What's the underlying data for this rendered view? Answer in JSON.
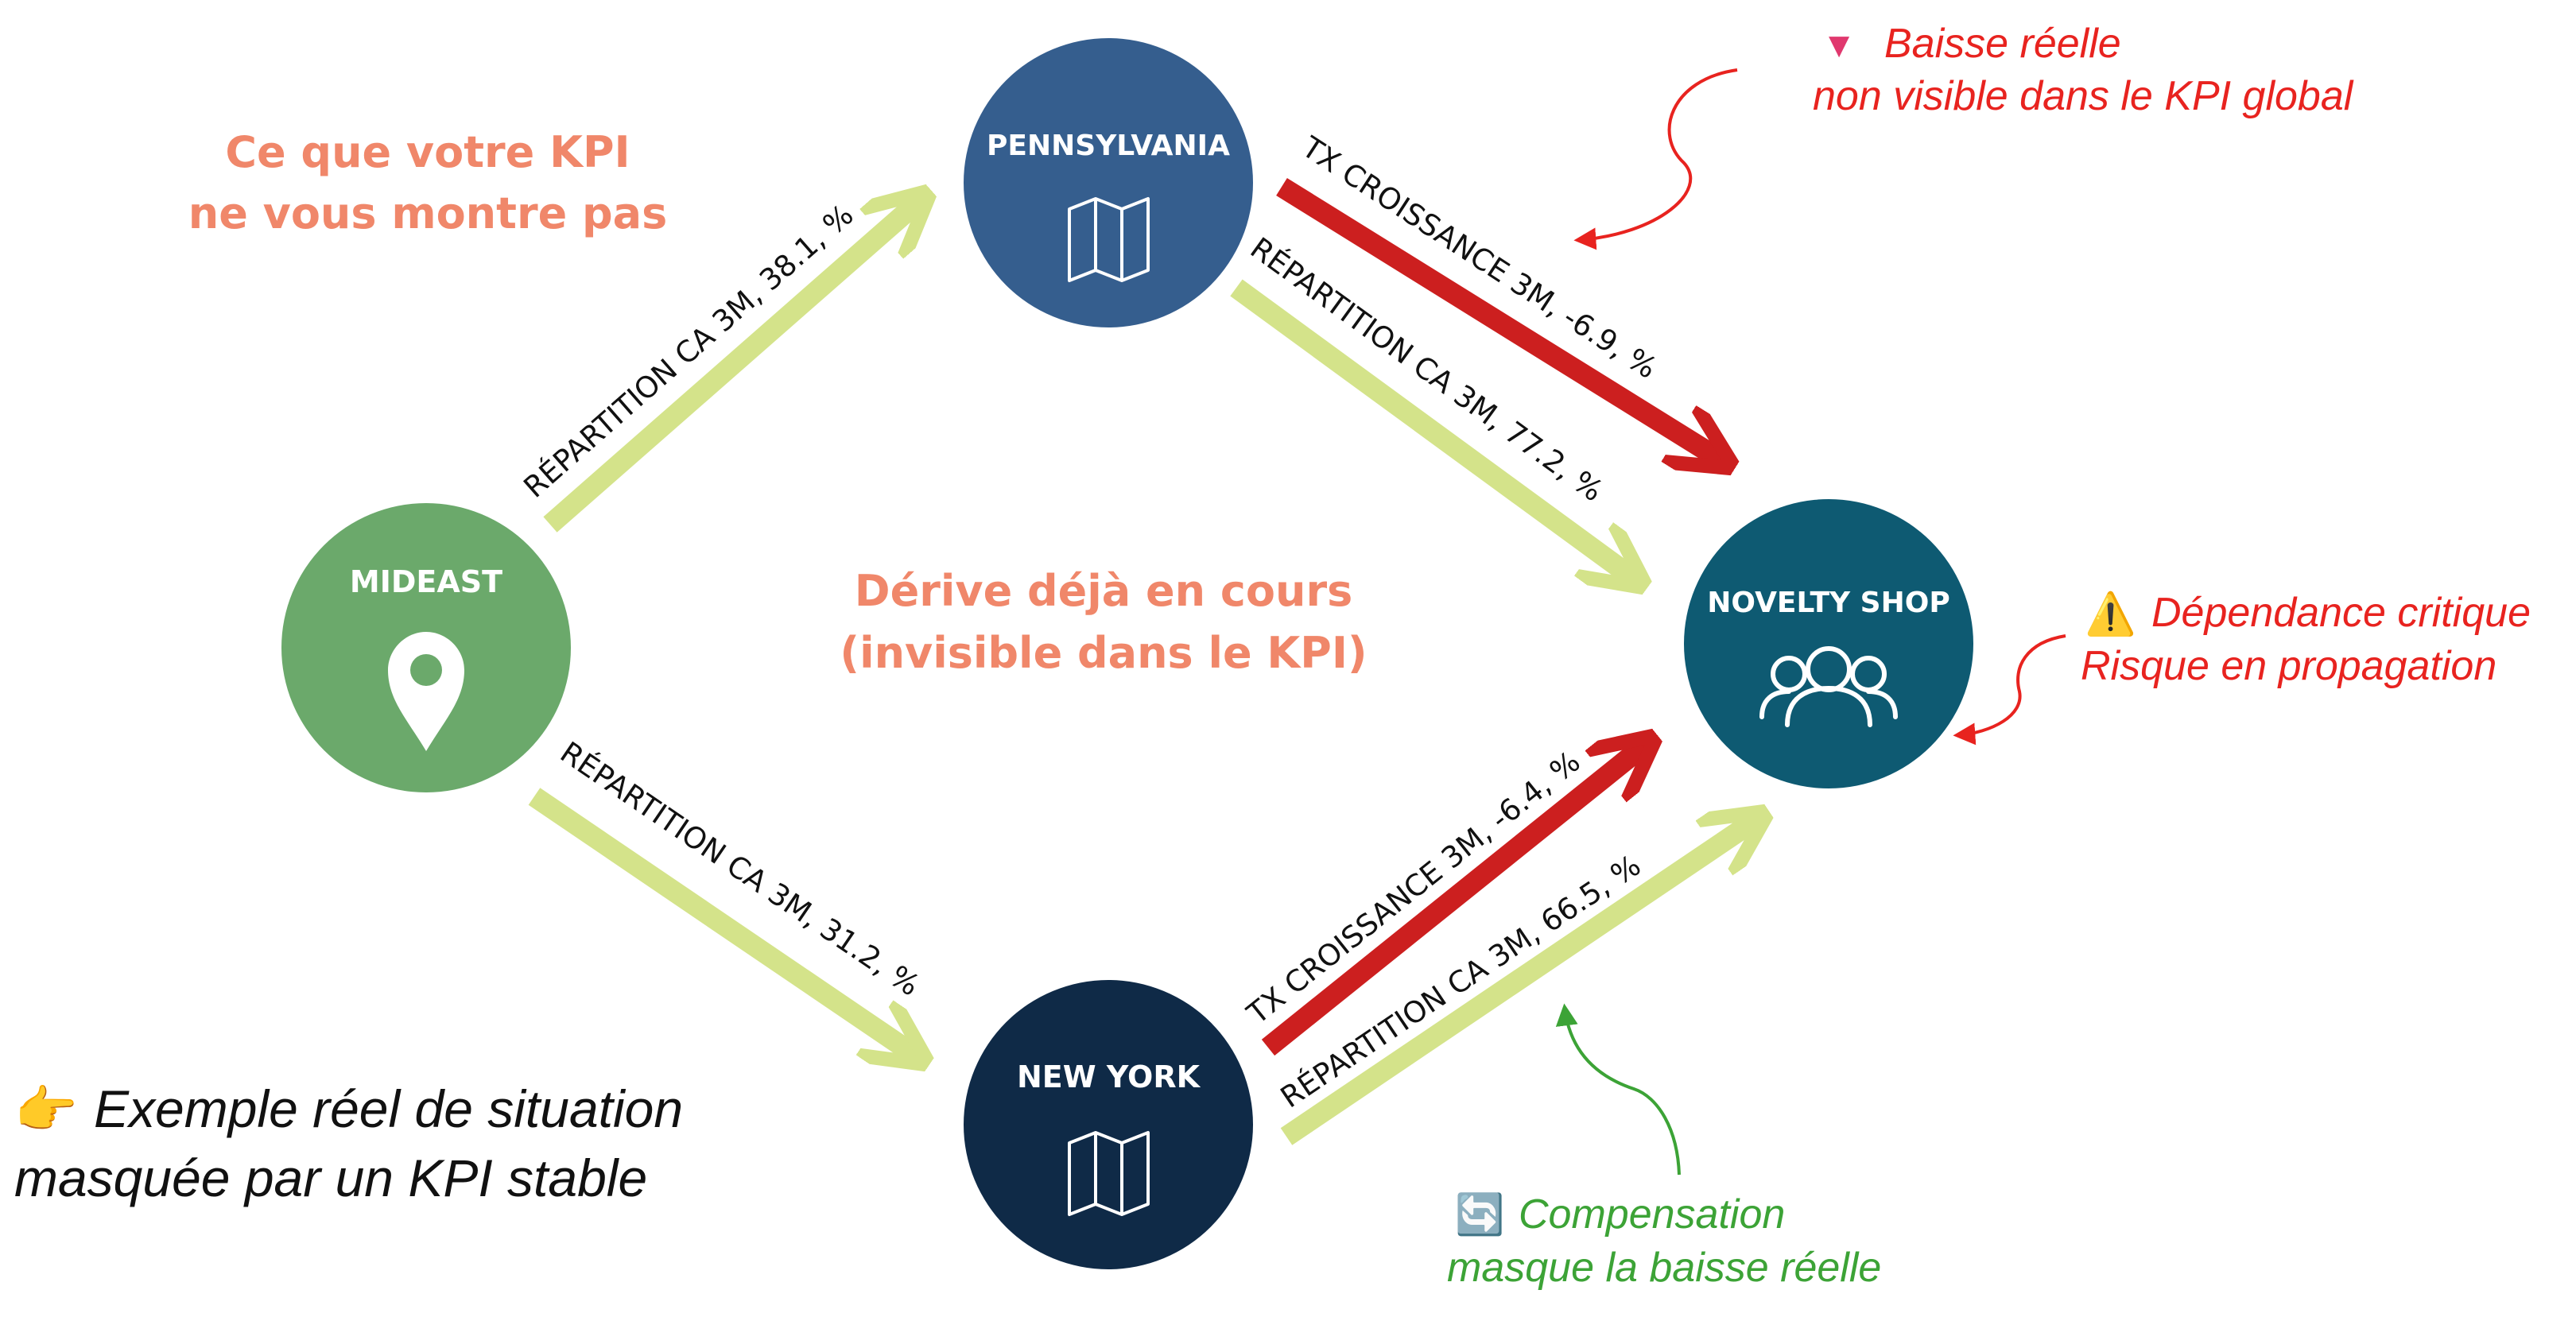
{
  "colors": {
    "green_arrow": "#D4E38A",
    "red_arrow": "#CC1F1F",
    "mideast": "#6BA96B",
    "pennsylvania": "#355E8E",
    "new_york": "#0F2A47",
    "novelty_shop": "#0E5A72",
    "orange_text": "#F0876A",
    "red_text": "#E8231F",
    "green_text": "#3CA336"
  },
  "nodes": {
    "mideast": {
      "label": "MIDEAST",
      "icon": "map-pin-icon"
    },
    "pennsylvania": {
      "label": "PENNSYLVANIA",
      "icon": "folded-map-icon"
    },
    "new_york": {
      "label": "NEW YORK",
      "icon": "folded-map-icon"
    },
    "novelty_shop": {
      "label": "NOVELTY SHOP",
      "icon": "people-group-icon"
    }
  },
  "edges": {
    "mideast_pennsylvania": "RÉPARTITION CA 3M, 38.1, %",
    "mideast_newyork": "RÉPARTITION CA 3M, 31.2, %",
    "pennsylvania_novelty_growth": "TX CROISSANCE 3M, -6.9, %",
    "pennsylvania_novelty_share": "RÉPARTITION CA 3M, 77.2, %",
    "newyork_novelty_growth": "TX CROISSANCE 3M, -6.4, %",
    "newyork_novelty_share": "RÉPARTITION CA 3M, 66.5, %"
  },
  "texts": {
    "kpi_line1": "Ce que votre KPI",
    "kpi_line2": "ne vous montre pas",
    "drift_line1": "Dérive déjà en cours",
    "drift_line2": "(invisible dans le KPI)",
    "drop_marker": "▼",
    "drop_line1": "Baisse réelle",
    "drop_line2": "non visible dans le KPI global",
    "dependency_icon": "⚠️",
    "dependency_line1": "Dépendance critique",
    "dependency_line2": "Risque en propagation",
    "comp_icon": "🔄",
    "comp_line1": "Compensation",
    "comp_line2": "masque la baisse réelle",
    "example_icon": "👉",
    "example_line1": "Exemple réel de situation",
    "example_line2": "masquée par un KPI stable"
  }
}
